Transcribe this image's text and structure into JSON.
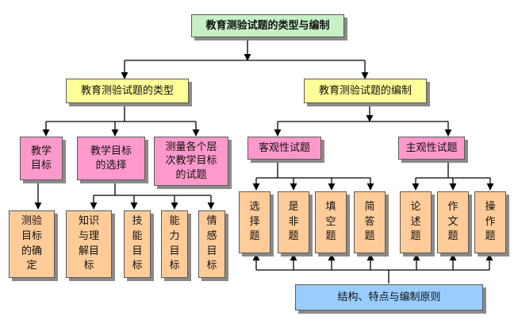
{
  "diagram": {
    "title": "教育测验试题的类型与编制",
    "branches": {
      "types": "教育测验试题的类型",
      "compilation": "教育测验试题的编制"
    },
    "type_categories": {
      "teaching_goal": "教学\n目标",
      "goal_selection": "教学目标\n的选择",
      "measure_levels": "测量各个层\n次教学目标\n的试题"
    },
    "type_leaves": {
      "measure_goal": "测验\n目标\n的确\n定",
      "knowledge": "知识\n与理\n解目\n标",
      "skill": "技\n能\n目\n标",
      "ability": "能\n力\n目\n标",
      "emotion": "情\n感\n目\n标"
    },
    "item_kinds": {
      "objective": "客观性试题",
      "subjective": "主观性试题"
    },
    "objective_items": {
      "choice": "选\n择\n题",
      "true_false": "是\n非\n题",
      "fill": "填\n空\n题",
      "short_answer": "简\n答\n题"
    },
    "subjective_items": {
      "essay": "论\n述\n题",
      "composition": "作\n文\n题",
      "practical": "操\n作\n题"
    },
    "principles": "结构、特点与编制原则"
  },
  "colors": {
    "title_bg": "#c6f0c6",
    "branch_bg": "#ffff99",
    "category_bg": "#ff99cc",
    "leaf_bg": "#ffcc99",
    "principles_bg": "#99ccff",
    "line": "#000000"
  }
}
